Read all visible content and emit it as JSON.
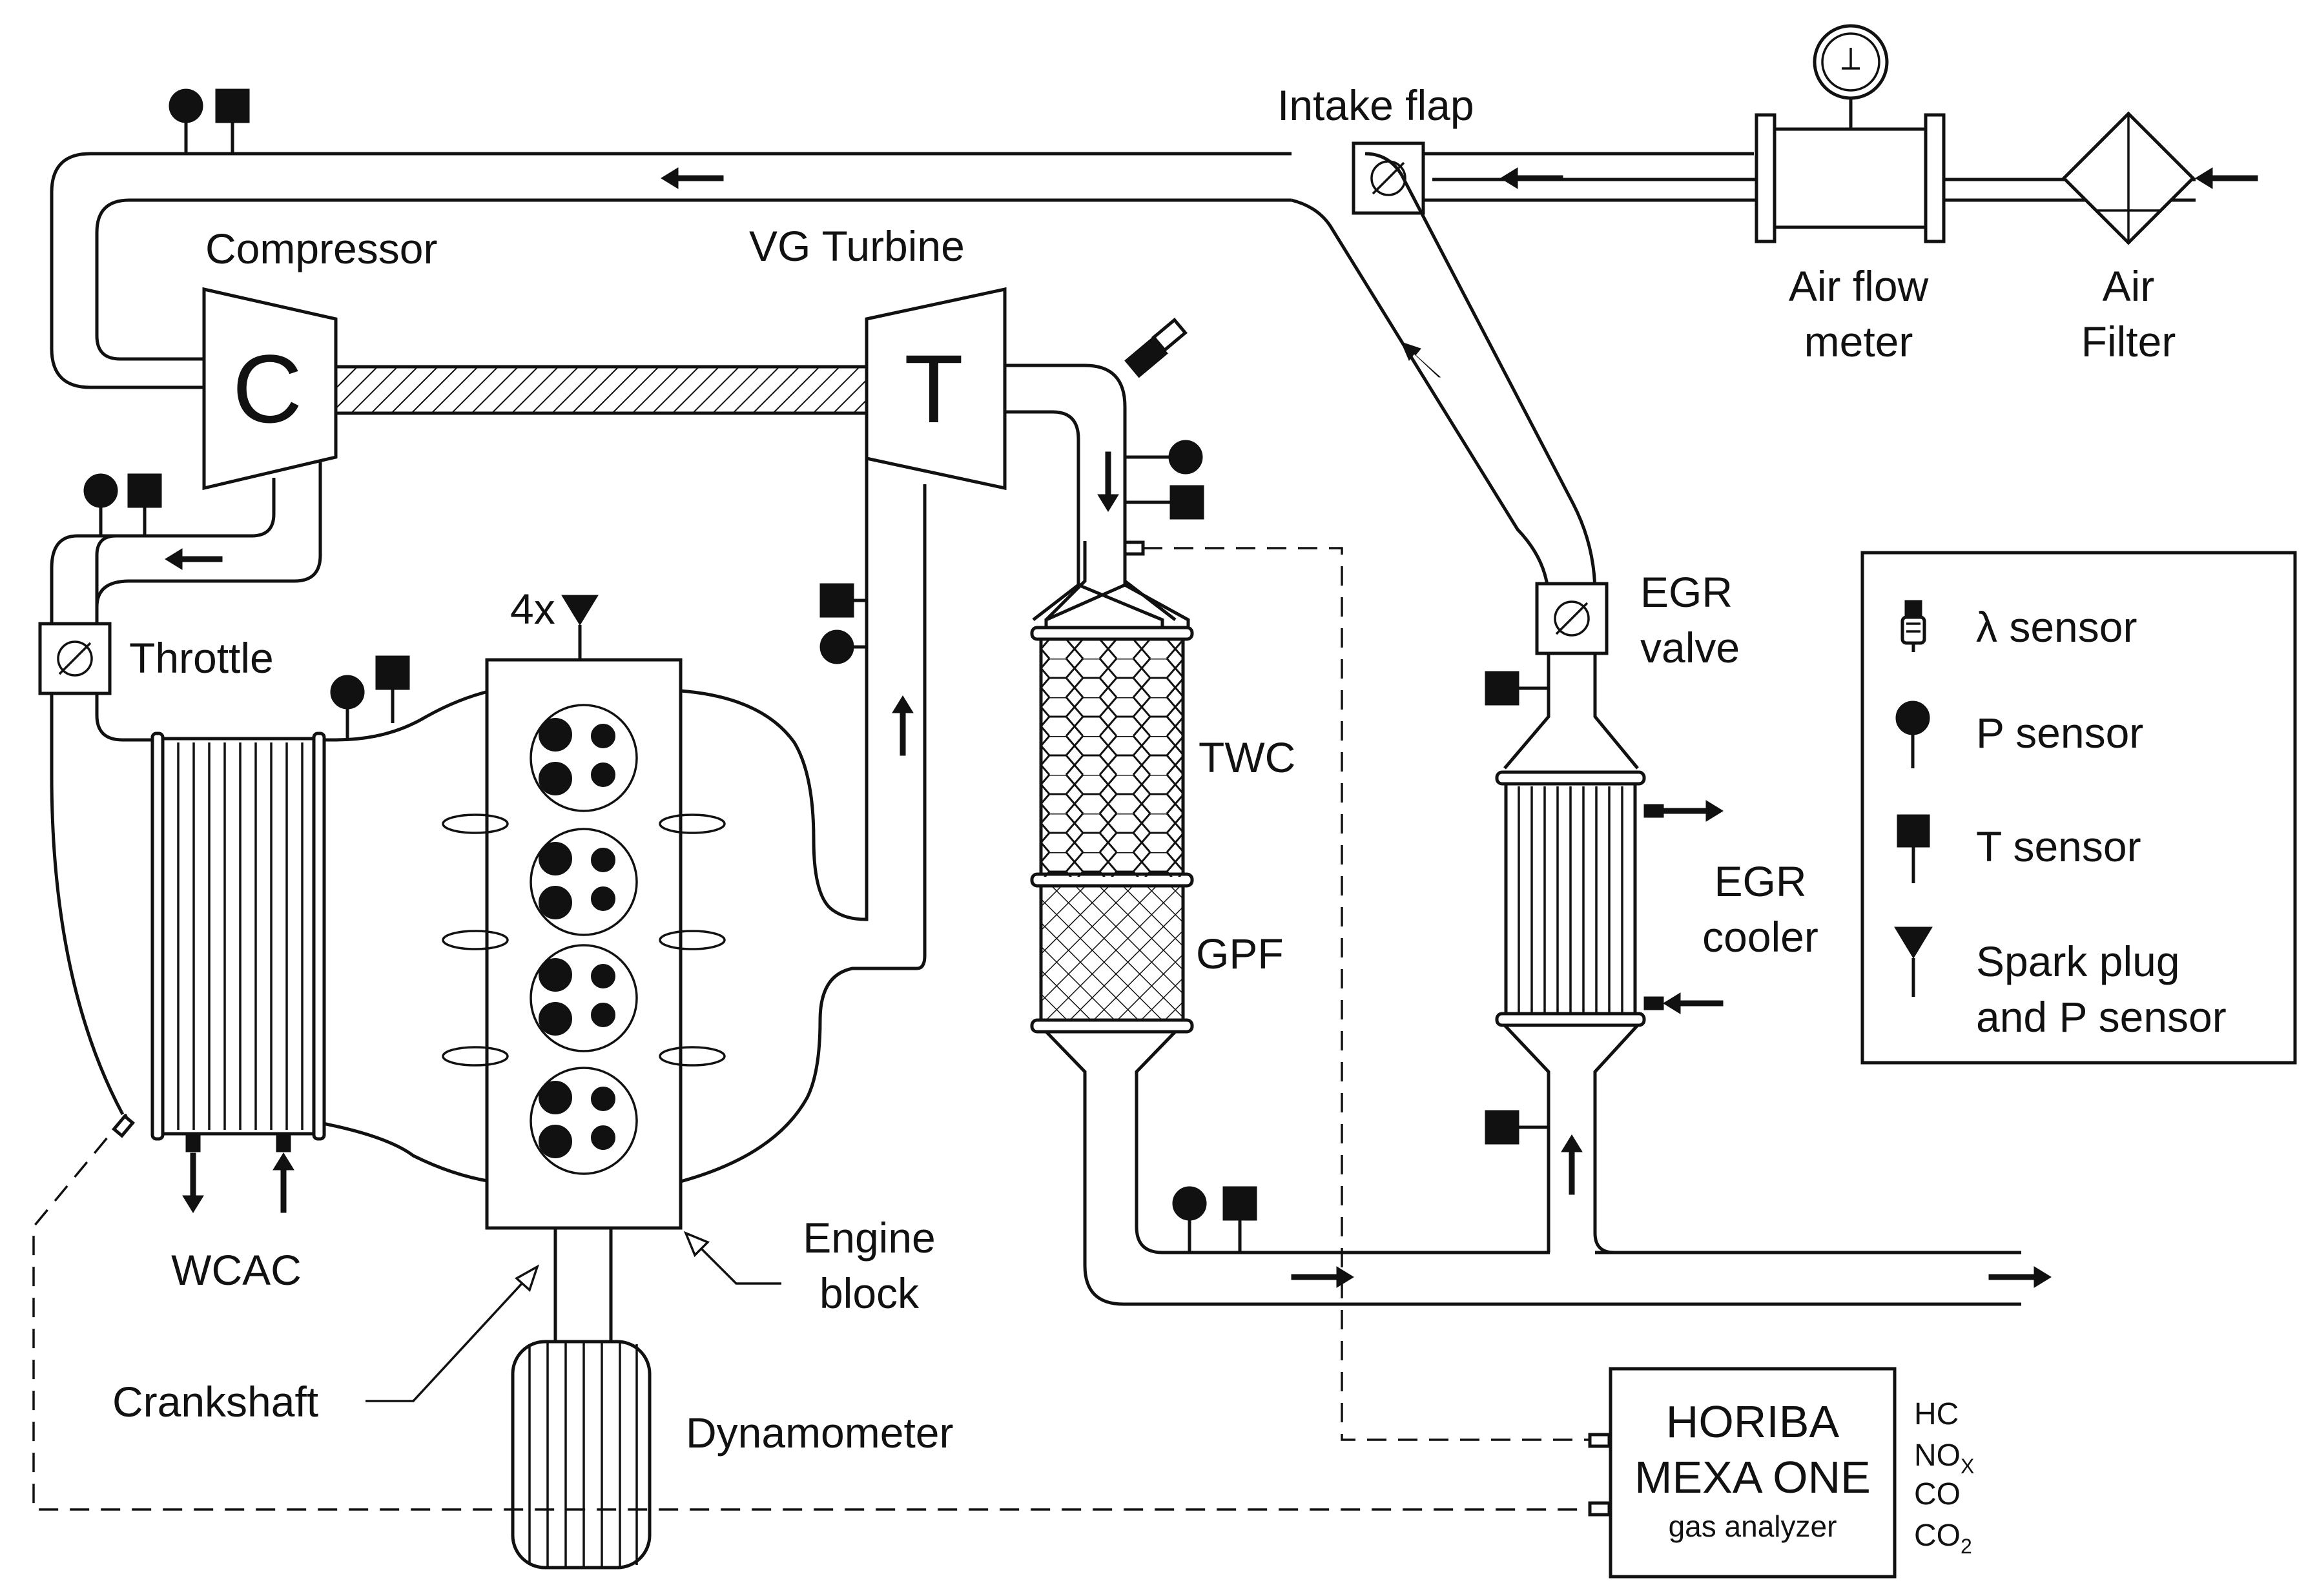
{
  "labels": {
    "intake_flap": "Intake flap",
    "compressor": "Compressor",
    "vg_turbine": "VG Turbine",
    "air_flow_meter_1": "Air flow",
    "air_flow_meter_2": "meter",
    "air_filter_1": "Air",
    "air_filter_2": "Filter",
    "compressor_letter": "C",
    "turbine_letter": "T",
    "throttle": "Throttle",
    "spark_count": "4x",
    "egr_valve_1": "EGR",
    "egr_valve_2": "valve",
    "twc": "TWC",
    "gpf": "GPF",
    "egr_cooler_1": "EGR",
    "egr_cooler_2": "cooler",
    "wcac": "WCAC",
    "engine_block_1": "Engine",
    "engine_block_2": "block",
    "crankshaft": "Crankshaft",
    "dynamometer": "Dynamometer"
  },
  "legend": {
    "lambda": "λ sensor",
    "p": "P sensor",
    "t": "T sensor",
    "spark_1": "Spark plug",
    "spark_2": "and P sensor"
  },
  "analyzer": {
    "line1": "HORIBA",
    "line2": "MEXA ONE",
    "line3": "gas analyzer",
    "species": [
      "HC",
      "NO",
      "CO",
      "CO"
    ],
    "subscripts": [
      "X",
      "2"
    ]
  }
}
